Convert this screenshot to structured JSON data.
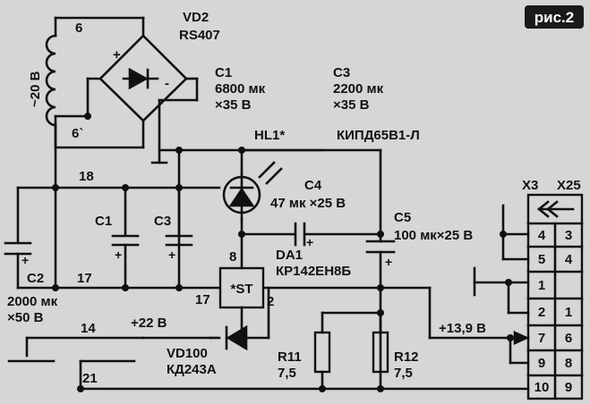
{
  "figure_label": "рис.2",
  "colors": {
    "paper": "#d6d6d6",
    "ink": "#111111",
    "badge": "#1a1a1a"
  },
  "transformer": {
    "tap_top": "6",
    "tap_bottom": "6`",
    "voltage": "~20 В"
  },
  "bridge": {
    "name": "VD2",
    "part": "RS407",
    "plus": "+",
    "minus": "-"
  },
  "c1_top": {
    "name": "C1",
    "value": "6800 мк",
    "voltage": "×35 В"
  },
  "c3_top": {
    "name": "C3",
    "value": "2200 мк",
    "voltage": "×35 В"
  },
  "hl1": {
    "name": "HL1*",
    "part": "КИПД65В1-Л"
  },
  "c4": {
    "name": "C4",
    "value": "47 мк ×25 В"
  },
  "c5": {
    "name": "C5",
    "value": "100 мк×25 В"
  },
  "da1": {
    "name": "DA1",
    "part": "КР142ЕН8Б",
    "body": "*ST",
    "pin_in": "8",
    "pin_gnd": "2",
    "pin_out": "17"
  },
  "nodes": {
    "n18": "18",
    "n17": "17",
    "n14": "14",
    "n21": "21"
  },
  "c1_low": "C1",
  "c3_low": "C3",
  "c2": {
    "name": "C2",
    "value": "2000 мк",
    "voltage": "×50 В"
  },
  "vd100": {
    "name": "VD100",
    "part": "КД243А",
    "voltage": "+22 В"
  },
  "r11": {
    "name": "R11",
    "value": "7,5"
  },
  "r12": {
    "name": "R12",
    "value": "7,5"
  },
  "out_voltage": "+13,9 В",
  "connector": {
    "left_header": "X3",
    "right_header": "X25",
    "rows": [
      {
        "left": "4",
        "right": "3"
      },
      {
        "left": "5",
        "right": "4"
      },
      {
        "left": "1",
        "right": ""
      },
      {
        "left": "2",
        "right": "1"
      },
      {
        "left": "7",
        "right": "6"
      },
      {
        "left": "9",
        "right": "8"
      },
      {
        "left": "10",
        "right": "9"
      }
    ]
  }
}
